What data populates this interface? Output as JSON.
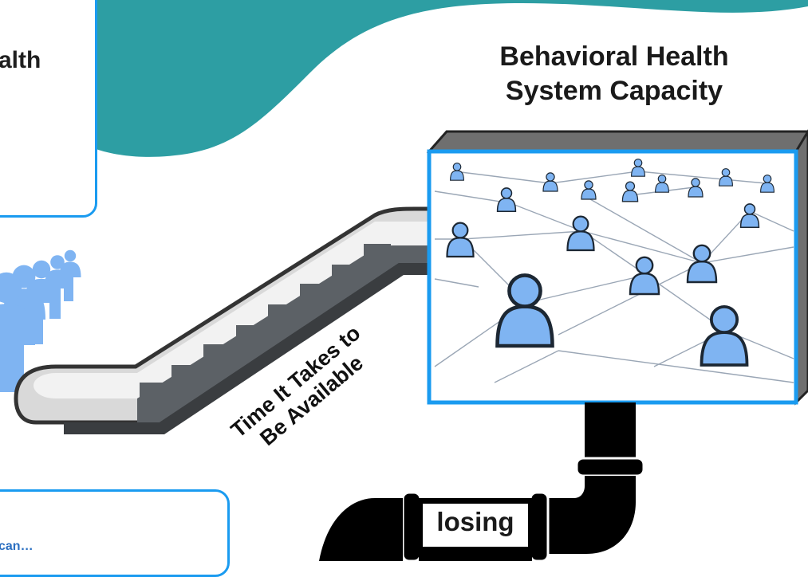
{
  "top_box": {
    "partial_text": "alth"
  },
  "capacity_title": {
    "line1": "Behavioral Health",
    "line2": "System Capacity"
  },
  "escalator": {
    "line1": "Time It Takes to",
    "line2": "Be Available"
  },
  "pipe": {
    "label": "losing"
  },
  "bottom_box": {
    "partial_text": "can…"
  },
  "colors": {
    "wave": "#2d9ea3",
    "box_border": "#1a9bf0",
    "person": "#7fb4f2",
    "person_outline": "#1c2733",
    "pipe": "#000000",
    "escalator_steps": "#5c6166",
    "escalator_body": "#d6d6d6"
  }
}
